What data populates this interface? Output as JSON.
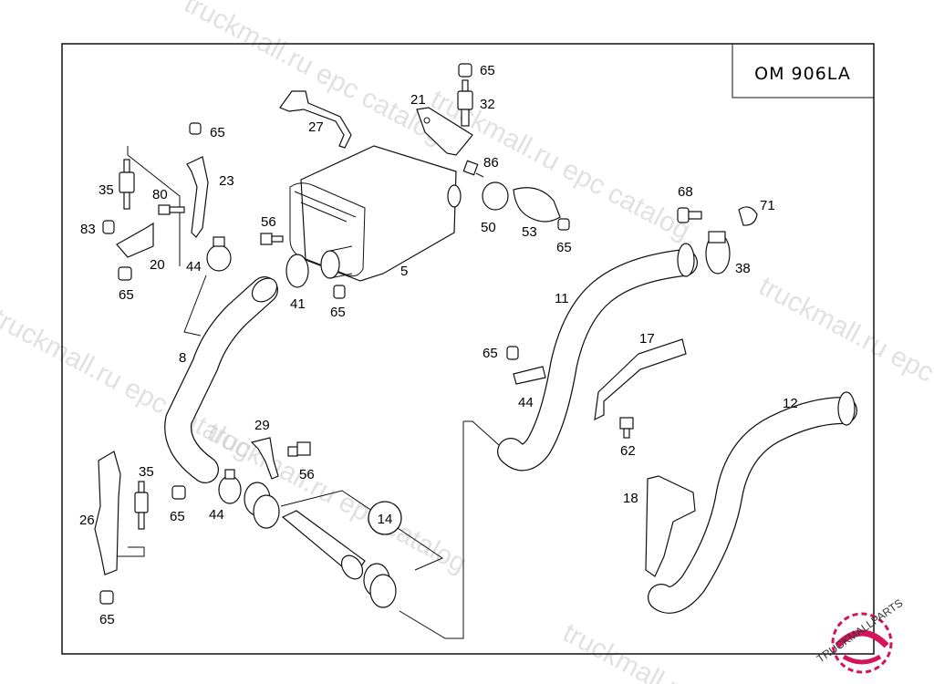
{
  "engine_label": "OM 906LA",
  "watermarks": [
    "truckmall.ru epc catalog",
    "truckmall.ru epc catalog",
    "truckmall.ru epc catalog",
    "truckmall.ru epc catalog",
    "truckmall.ru epc catalog",
    "truckmall.ru"
  ],
  "logo": {
    "text": "TRUCKMALLPARTS",
    "color_primary": "#d4145a",
    "color_text": "#333333"
  },
  "callouts": {
    "c65_a": "65",
    "c32": "32",
    "c21": "21",
    "c27": "27",
    "c65_b": "65",
    "c23": "23",
    "c35_a": "35",
    "c80": "80",
    "c83": "83",
    "c20": "20",
    "c44_a": "44",
    "c65_c": "65",
    "c56_a": "56",
    "c41": "41",
    "c65_d": "65",
    "c5": "5",
    "c86": "86",
    "c50": "50",
    "c53": "53",
    "c65_e": "65",
    "c68": "68",
    "c71": "71",
    "c38": "38",
    "c11": "11",
    "c8": "8",
    "c65_f": "65",
    "c44_b": "44",
    "c17": "17",
    "c12": "12",
    "c62": "62",
    "c29": "29",
    "c56_b": "56",
    "c35_b": "35",
    "c26": "26",
    "c65_g": "65",
    "c44_c": "44",
    "c14": "14",
    "c18": "18",
    "c65_h": "65"
  }
}
